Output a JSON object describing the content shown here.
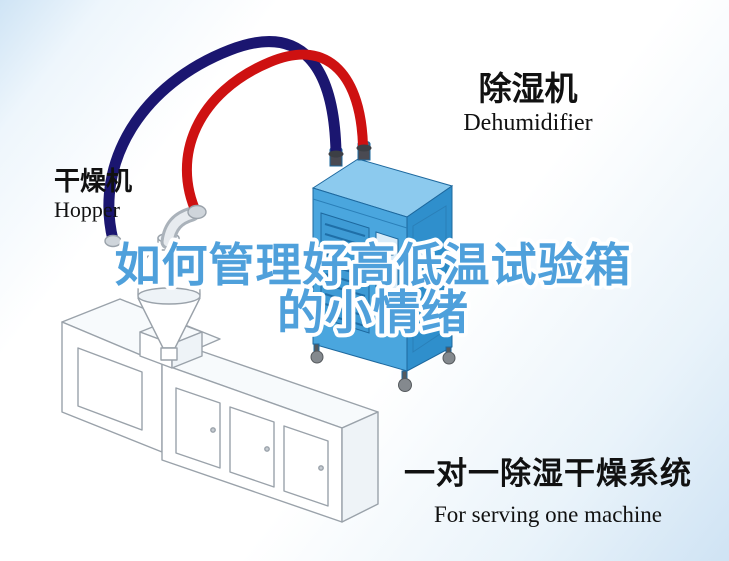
{
  "labels": {
    "hopper": {
      "cn": "干燥机",
      "en": "Hopper"
    },
    "dehumidifier": {
      "cn": "除湿机",
      "en": "Dehumidifier"
    }
  },
  "title": {
    "line1": "如何管理好高低温试验箱",
    "line2": "的小情绪"
  },
  "footer": {
    "cn": "一对一除湿干燥系统",
    "en": "For serving one machine"
  },
  "colors": {
    "title_blue": "#4fa0db",
    "pipe_red": "#ce1111",
    "pipe_navy": "#1b1670",
    "machine_front": "#4aa6de",
    "machine_side": "#2f8fcc",
    "machine_top": "#8ccaee",
    "outline_gray": "#9aa2aa",
    "text_black": "#111111"
  }
}
